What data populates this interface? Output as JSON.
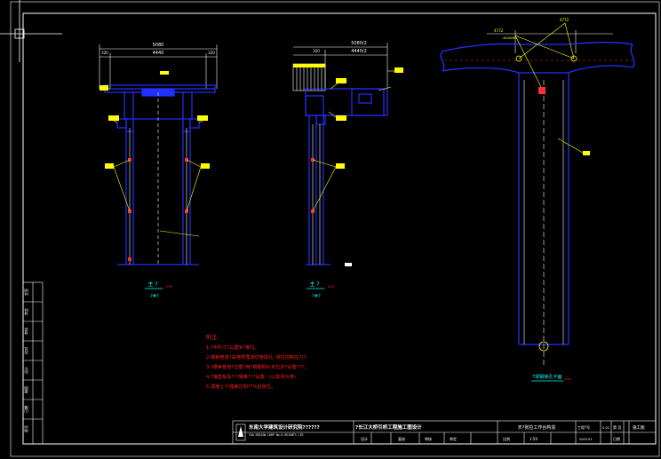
{
  "colors": {
    "background": "#000000",
    "frame": "#ffffff",
    "structure": "#2030ff",
    "dimension": "#ffffff",
    "leader": "#ffff00",
    "annotation_text": "#ffff00",
    "label_cyan": "#00ffff",
    "notes_red": "#ff2020",
    "anchor_red": "#ff3030",
    "crosshair": "#ffffff"
  },
  "dims": {
    "left_total": "5080",
    "left_inner": "4440",
    "left_side_l": "320",
    "left_side_r": "320",
    "mid_total": "5080/2",
    "mid_inner": "4440/2",
    "mid_side": "320",
    "right_left": "4772",
    "right_mid": "4040X60",
    "right_right": "4772"
  },
  "labels": {
    "left_title": "主 ?",
    "left_sub": "1:50",
    "left_small": "?#?",
    "mid_title": "主 ?",
    "mid_sub": "1:50",
    "mid_small": "?#?",
    "right_title": "T梁钢束孔平面",
    "right_sub": "1:50"
  },
  "notes": {
    "heading": "附注:",
    "items": [
      "1.?中尺寸?以厘米?单位。",
      "2.钢束管道?采用预埋波纹管成孔, 张拉控制应力?。",
      "3.?钢束管道?位置?用?钢筋网片定位并?设置???。",
      "4.?锚垫板及???钢束???设置。(以现场为准)",
      "5.混凝土??强度达到??%后张拉。"
    ]
  },
  "titleblock": {
    "company": "东南大学建筑设计研究院??????",
    "company_sub": "TOA DESIGN CORP No.8 HEIGHTS LTD",
    "project": "?长江大桥引桥工程施工图设计",
    "drawing_title": "天?张拉工作台构造",
    "col_design": "设计",
    "col_check": "复核",
    "col_review": "审核",
    "col_approve": "审定",
    "scale_label": "比例",
    "scale_value": "1:50",
    "date_label": "日期",
    "date_value": "2003.03",
    "sheet_label": "工程?号",
    "sheet_value": "S-01",
    "page_label": "第 页",
    "stamp": "施工图"
  },
  "left_strip": [
    "会签",
    "审定",
    "审核",
    "校对",
    "设计",
    "制图",
    "日期",
    "图号"
  ]
}
